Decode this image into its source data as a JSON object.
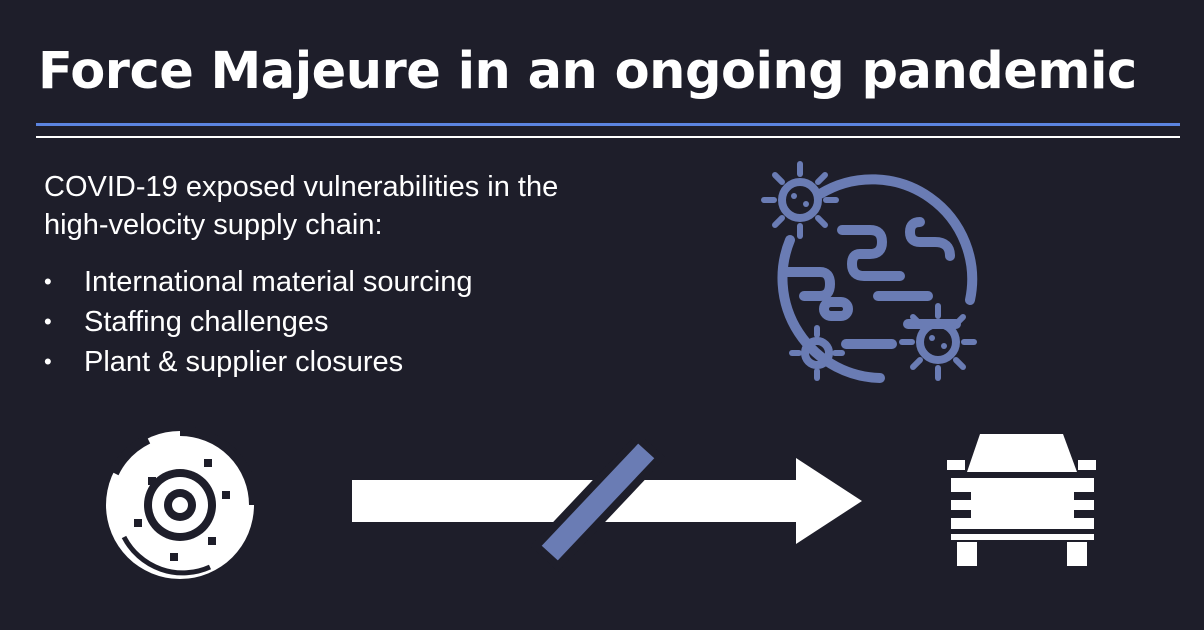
{
  "slide": {
    "title": "Force Majeure in an ongoing pandemic",
    "intro_line1": "COVID-19 exposed vulnerabilities in the",
    "intro_line2": "high-velocity supply chain:",
    "bullets": [
      "International material sourcing",
      "Staffing challenges",
      "Plant & supplier closures"
    ]
  },
  "icons": {
    "globe": "globe-virus-icon",
    "brake": "brake-disc-icon",
    "arrow": "broken-arrow-icon",
    "car": "car-icon"
  },
  "colors": {
    "background": "#1e1e2a",
    "accent_blue": "#5b84e0",
    "icon_blue": "#6a7cb4",
    "text": "#ffffff"
  }
}
